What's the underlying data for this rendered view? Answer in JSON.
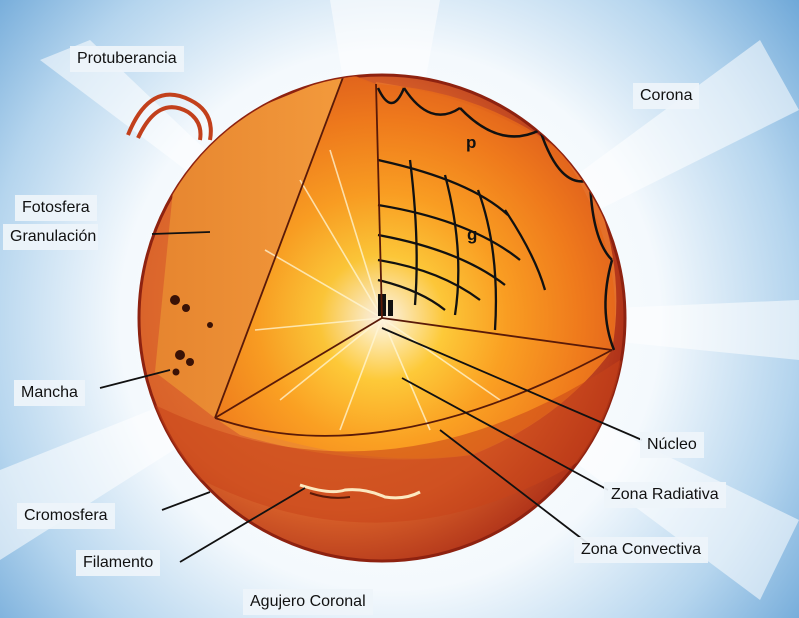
{
  "labels": {
    "protuberancia": "Protuberancia",
    "corona": "Corona",
    "fotosfera": "Fotosfera",
    "granulacion": "Granulación",
    "mancha": "Mancha",
    "nucleo": "Núcleo",
    "zona_radiativa": "Zona Radiativa",
    "cromosfera": "Cromosfera",
    "zona_convectiva": "Zona Convectiva",
    "filamento": "Filamento",
    "agujero_coronal": "Agujero Coronal"
  },
  "mode_labels": {
    "p": "p",
    "g": "g"
  },
  "colors": {
    "sky": "#7fb6e0",
    "glow": "#ffffff",
    "limb": "#b8321a",
    "surface": "#e06a2a",
    "core": "#fff6c0",
    "line": "#111111"
  }
}
